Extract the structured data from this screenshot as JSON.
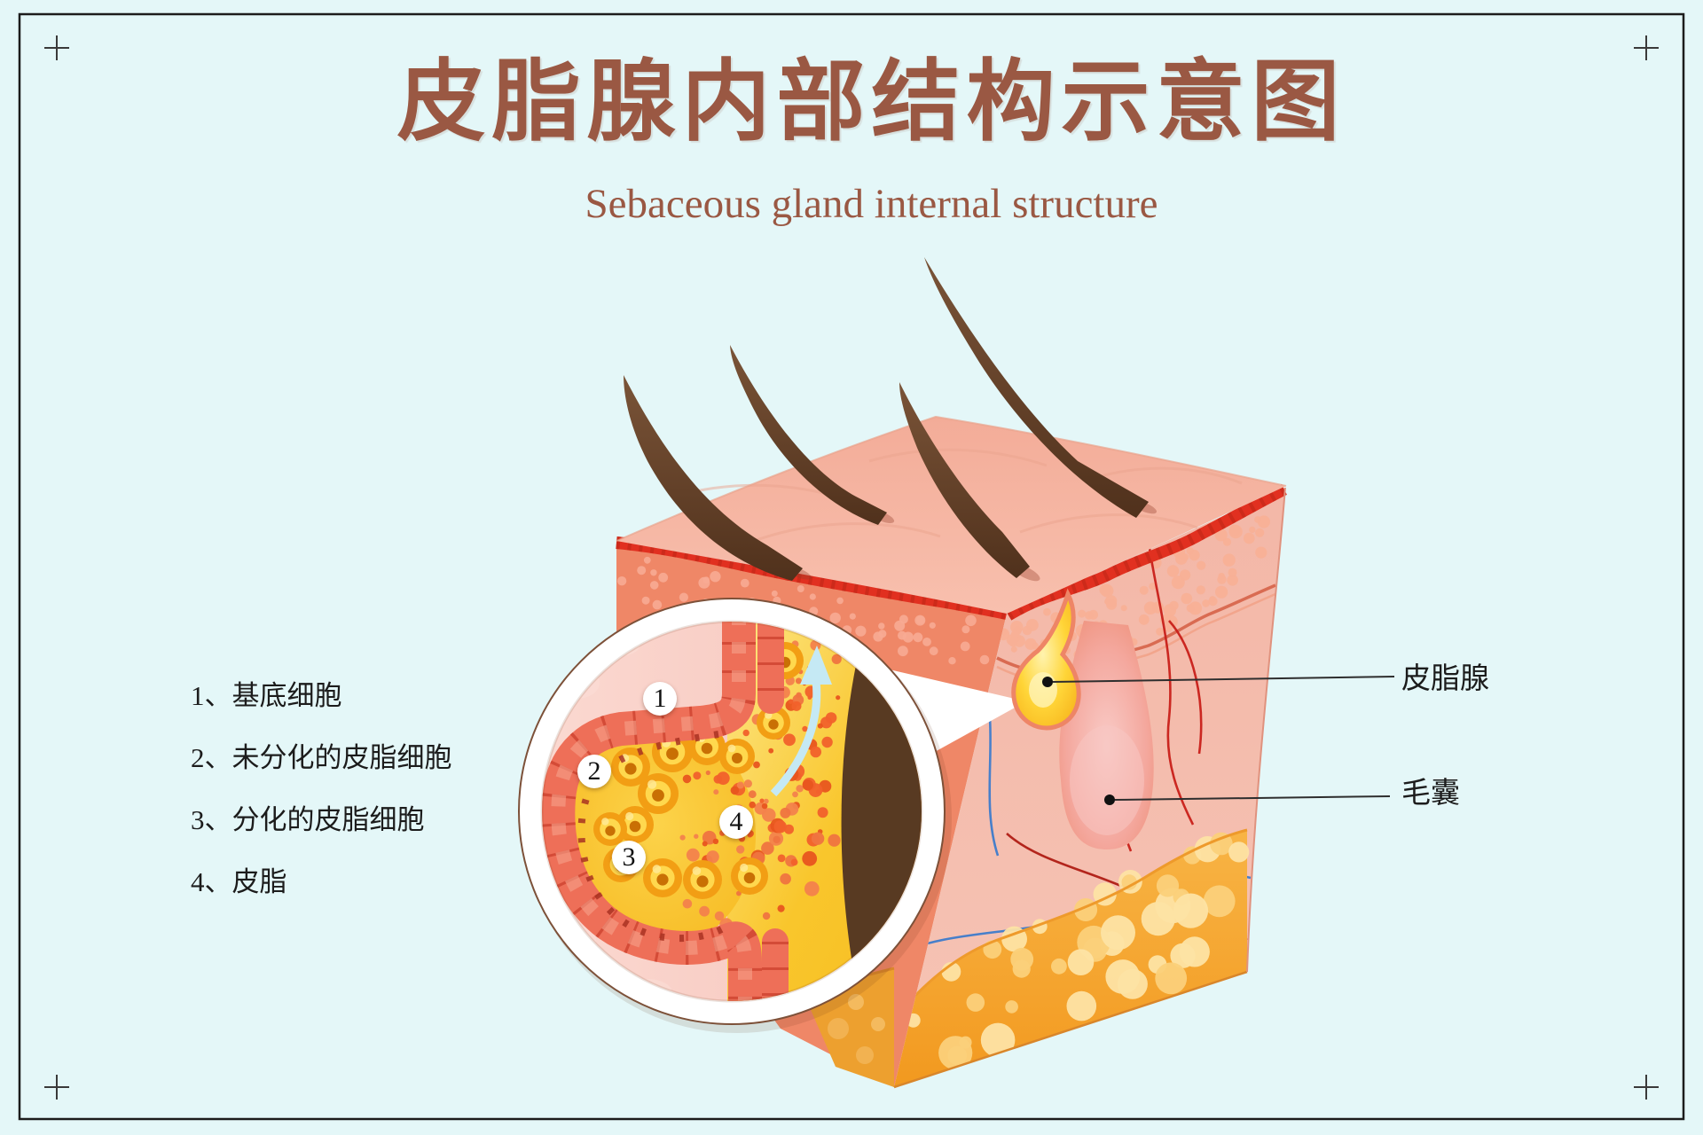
{
  "title": {
    "zh": "皮脂腺内部结构示意图",
    "en": "Sebaceous gland internal structure"
  },
  "legend": {
    "items": [
      {
        "text": "1、基底细胞"
      },
      {
        "text": "2、未分化的皮脂细胞"
      },
      {
        "text": "3、分化的皮脂细胞"
      },
      {
        "text": "4、皮脂"
      }
    ]
  },
  "markers": [
    {
      "n": "1"
    },
    {
      "n": "2"
    },
    {
      "n": "3"
    },
    {
      "n": "4"
    }
  ],
  "callouts": [
    {
      "label": "皮脂腺"
    },
    {
      "label": "毛囊"
    }
  ],
  "colors": {
    "background": "#e4f7f8",
    "title_brown": "#9a5843",
    "text_black": "#1c1c1c",
    "epidermis_red": "#e13020",
    "skin_surface_pink": "#f6b8a6",
    "epidermis_band": "#ef8364",
    "dermis_pink": "#f4bcac",
    "fat_yellow": "#f7a938",
    "gland_yellow": "#ffd02f",
    "sebum_orange": "#f2622a",
    "basal_cell_red": "#ee6f58",
    "arrow_blue": "#c5e9f4",
    "hair_brown": "#5d4028"
  }
}
